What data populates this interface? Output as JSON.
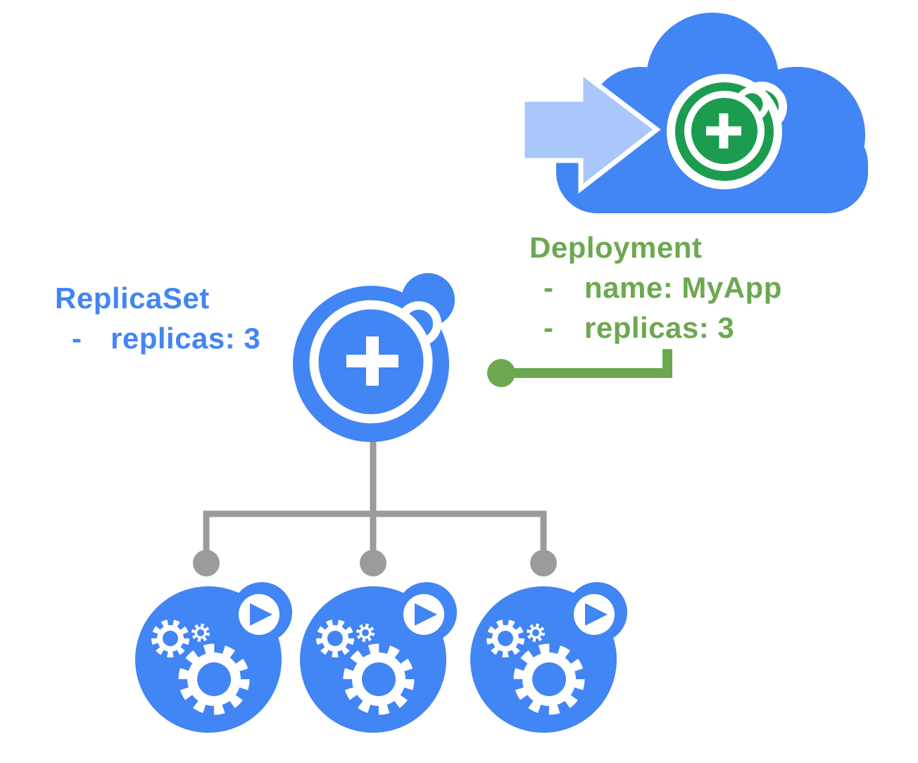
{
  "deployment": {
    "label": "Deployment",
    "properties": [
      {
        "bullet": "-",
        "text": "name: MyApp"
      },
      {
        "bullet": "-",
        "text": "replicas: 3"
      }
    ]
  },
  "replicaset": {
    "label": "ReplicaSet",
    "properties": [
      {
        "bullet": "-",
        "text": "replicas: 3"
      }
    ]
  },
  "pods": {
    "count": 3
  },
  "icons": {
    "cloud": "cloud-icon",
    "arrow": "deploy-arrow-icon",
    "deployment_badge": "deployment-plus-badge-icon",
    "replicaset_badge": "replicaset-plus-badge-icon",
    "pod": "pod-gears-icon"
  },
  "colors": {
    "blue": "#4285F4",
    "light_blue": "#A9C7FB",
    "icon_green": "#1B9C4F",
    "text_green": "#6CA850",
    "line_gray": "#9B9B9B",
    "background": "#FFFFFF",
    "white": "#FFFFFF"
  }
}
